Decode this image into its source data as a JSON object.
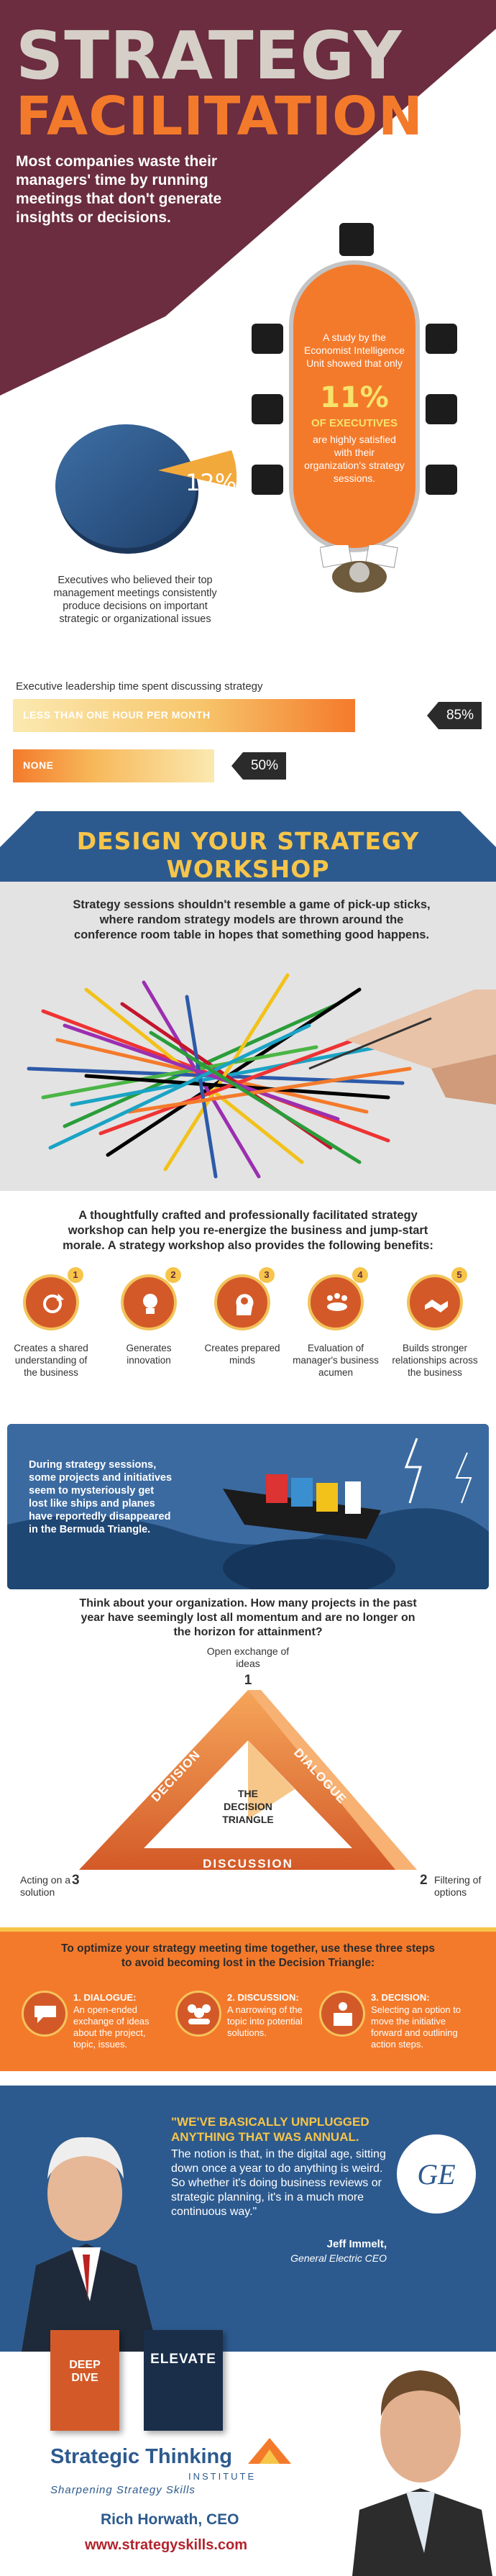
{
  "header": {
    "title_line1": "STRATEGY",
    "title_line2": "FACILITATION",
    "intro": "Most companies waste their managers' time by running meetings that don't generate insights or decisions."
  },
  "pie": {
    "percent_label": "12%",
    "percent_value": 12,
    "caption": "Executives who believed their top management meetings consistently produce decisions on important strategic or organizational issues"
  },
  "table_study": {
    "text_before": "A study by the Economist Intelligence Unit showed that only",
    "stat": "11%",
    "stat_label": "OF EXECUTIVES",
    "text_after": "are highly satisfied with their organization's strategy sessions."
  },
  "bars": {
    "title": "Executive leadership time spent discussing strategy",
    "items": [
      {
        "label": "LESS THAN ONE HOUR PER MONTH",
        "value": 85,
        "value_label": "85%"
      },
      {
        "label": "NONE",
        "value": 50,
        "value_label": "50%"
      }
    ]
  },
  "workshop": {
    "banner": "DESIGN YOUR STRATEGY WORKSHOP",
    "intro": "Strategy sessions shouldn't resemble a game of pick-up sticks, where random strategy models are thrown around the conference room table in hopes that something good happens.",
    "benefits_intro": "A thoughtfully crafted and professionally facilitated strategy workshop can help you re-energize the business and jump-start morale. A strategy workshop also provides the following benefits:",
    "benefits": [
      {
        "num": "1",
        "label": "Creates a shared understanding of the business",
        "icon": "cycle-arrows-icon"
      },
      {
        "num": "2",
        "label": "Generates innovation",
        "icon": "lightbulb-icon"
      },
      {
        "num": "3",
        "label": "Creates prepared minds",
        "icon": "brain-head-icon"
      },
      {
        "num": "4",
        "label": "Evaluation of manager's business acumen",
        "icon": "meeting-table-icon"
      },
      {
        "num": "5",
        "label": "Builds stronger relationships across the business",
        "icon": "handshake-icon"
      }
    ]
  },
  "bermuda": {
    "text": "During strategy sessions, some projects and initiatives seem to mysteriously get lost like ships and planes have reportedly disappeared in the Bermuda Triangle."
  },
  "triangle": {
    "question": "Think about your organization. How many projects in the past year have seemingly lost all momentum and are no longer on the horizon for attainment?",
    "top_label": "Open exchange of ideas",
    "num1": "1",
    "num2": "2",
    "num3": "3",
    "left_label": "Acting on a solution",
    "right_label": "Filtering of options",
    "side_left": "DECISION",
    "side_right": "DIALOGUE",
    "side_bottom": "DISCUSSION",
    "center_line1": "THE",
    "center_line2": "DECISION",
    "center_line3": "TRIANGLE"
  },
  "steps": {
    "intro": "To optimize your strategy meeting time together, use these three steps to avoid becoming lost in the Decision Triangle:",
    "items": [
      {
        "title": "1. DIALOGUE:",
        "text": "An open-ended exchange of ideas about the project, topic, issues.",
        "icon": "chat-bubble-icon"
      },
      {
        "title": "2. DISCUSSION:",
        "text": "A narrowing of the topic into potential solutions.",
        "icon": "group-icon"
      },
      {
        "title": "3. DECISION:",
        "text": "Selecting an option to move the initiative forward and outlining action steps.",
        "icon": "podium-icon"
      }
    ]
  },
  "quote": {
    "headline": "\"WE'VE BASICALLY UNPLUGGED ANYTHING THAT WAS ANNUAL.",
    "body": "The notion is that, in the digital age, sitting down once a year to do anything is weird. So whether it's doing business reviews or strategic planning, it's in a much more continuous way.\"",
    "author": "Jeff Immelt,",
    "role": "General Electric CEO",
    "logo_text": "GE"
  },
  "footer": {
    "book1": "DEEP DIVE",
    "book2": "ELEVATE",
    "brand": "Strategic Thinking",
    "institute": "INSTITUTE",
    "tagline": "Sharpening Strategy Skills",
    "name": "Rich Horwath, CEO",
    "url": "www.strategyskills.com"
  },
  "colors": {
    "plum": "#6b2d3f",
    "orange": "#f47a2b",
    "blue": "#2d5a8e",
    "yellow": "#f6c54a",
    "gray_bg": "#e3e3e3"
  }
}
